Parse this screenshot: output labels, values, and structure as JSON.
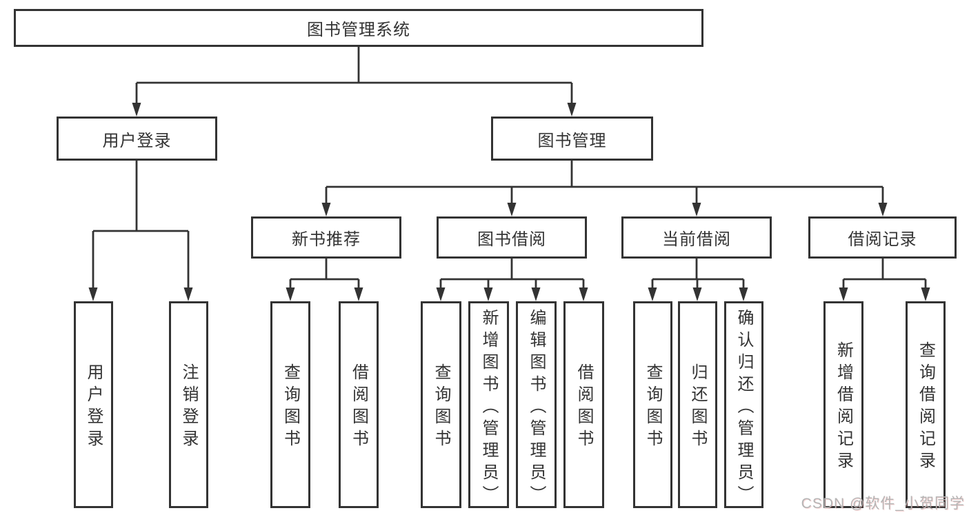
{
  "diagram": {
    "type": "hierarchy-tree",
    "colors": {
      "line": "#333333",
      "text": "#333333",
      "background": "#ffffff",
      "watermark": "#b5b5b5"
    },
    "root": {
      "label": "图书管理系统"
    },
    "user_login": {
      "label": "用户登录",
      "children": [
        {
          "label": "用户登录"
        },
        {
          "label": "注销登录"
        }
      ]
    },
    "book_management": {
      "label": "图书管理",
      "children": [
        {
          "label": "新书推荐",
          "children": [
            {
              "label": "查询图书"
            },
            {
              "label": "借阅图书"
            }
          ]
        },
        {
          "label": "图书借阅",
          "children": [
            {
              "label": "查询图书"
            },
            {
              "label": "新增图书（管理员）"
            },
            {
              "label": "编辑图书（管理员）"
            },
            {
              "label": "借阅图书"
            }
          ]
        },
        {
          "label": "当前借阅",
          "children": [
            {
              "label": "查询图书"
            },
            {
              "label": "归还图书"
            },
            {
              "label": "确认归还（管理员）"
            }
          ]
        },
        {
          "label": "借阅记录",
          "children": [
            {
              "label": "新增借阅记录"
            },
            {
              "label": "查询借阅记录"
            }
          ]
        }
      ]
    },
    "watermark": "CSDN @软件_小贺同学"
  }
}
